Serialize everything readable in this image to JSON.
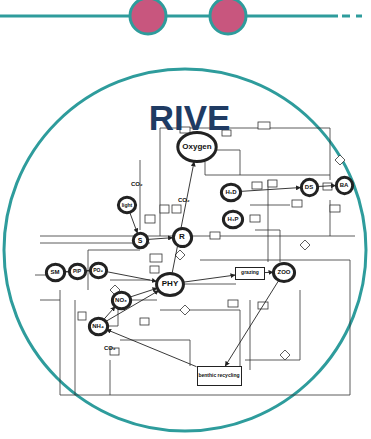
{
  "diagram": {
    "title": "RIVE",
    "nodes": [
      {
        "text": [
          "Oxygen"
        ]
      },
      {
        "text": [
          "light"
        ]
      },
      {
        "text": [
          "S"
        ]
      },
      {
        "text": [
          "R"
        ]
      },
      {
        "text": [
          "PHY"
        ]
      },
      {
        "text": [
          "H₁D"
        ]
      },
      {
        "text": [
          "H₁P"
        ]
      },
      {
        "text": [
          "DS"
        ]
      },
      {
        "text": [
          "BA"
        ]
      },
      {
        "text": [
          "ZOO"
        ]
      },
      {
        "text": [
          "grazing"
        ]
      },
      {
        "text": [
          "SM"
        ]
      },
      {
        "text": [
          "PIP"
        ]
      },
      {
        "text": [
          "PO₄"
        ]
      },
      {
        "text": [
          "NO₃"
        ]
      },
      {
        "text": [
          "NH₄"
        ]
      },
      {
        "text": [
          "benthic recycling"
        ]
      }
    ],
    "edges": [
      {
        "from": 11,
        "to": 12,
        "arrow": "none"
      },
      {
        "from": 12,
        "to": 13,
        "arrow": "none"
      },
      {
        "from": 13,
        "to": 4,
        "arrow": "to"
      },
      {
        "from": 14,
        "to": 4,
        "arrow": "to"
      },
      {
        "from": 15,
        "to": 4,
        "arrow": "to"
      },
      {
        "from": 15,
        "to": 14,
        "arrow": "to"
      },
      {
        "from": 1,
        "to": 2,
        "arrow": "to"
      },
      {
        "from": 2,
        "to": 3,
        "arrow": "to"
      },
      {
        "from": 4,
        "to": 10,
        "arrow": "to"
      },
      {
        "from": 10,
        "to": 9,
        "arrow": "to"
      },
      {
        "from": 5,
        "to": 7,
        "arrow": "to"
      },
      {
        "from": 7,
        "to": 8,
        "arrow": "to"
      },
      {
        "from": 4,
        "to": 0,
        "arrow": "to"
      },
      {
        "from": 16,
        "to": 15,
        "arrow": "to"
      },
      {
        "from": 9,
        "to": 16,
        "arrow": "to"
      }
    ],
    "labels": [
      "CO₂",
      "CO₂",
      "CO₂"
    ]
  }
}
